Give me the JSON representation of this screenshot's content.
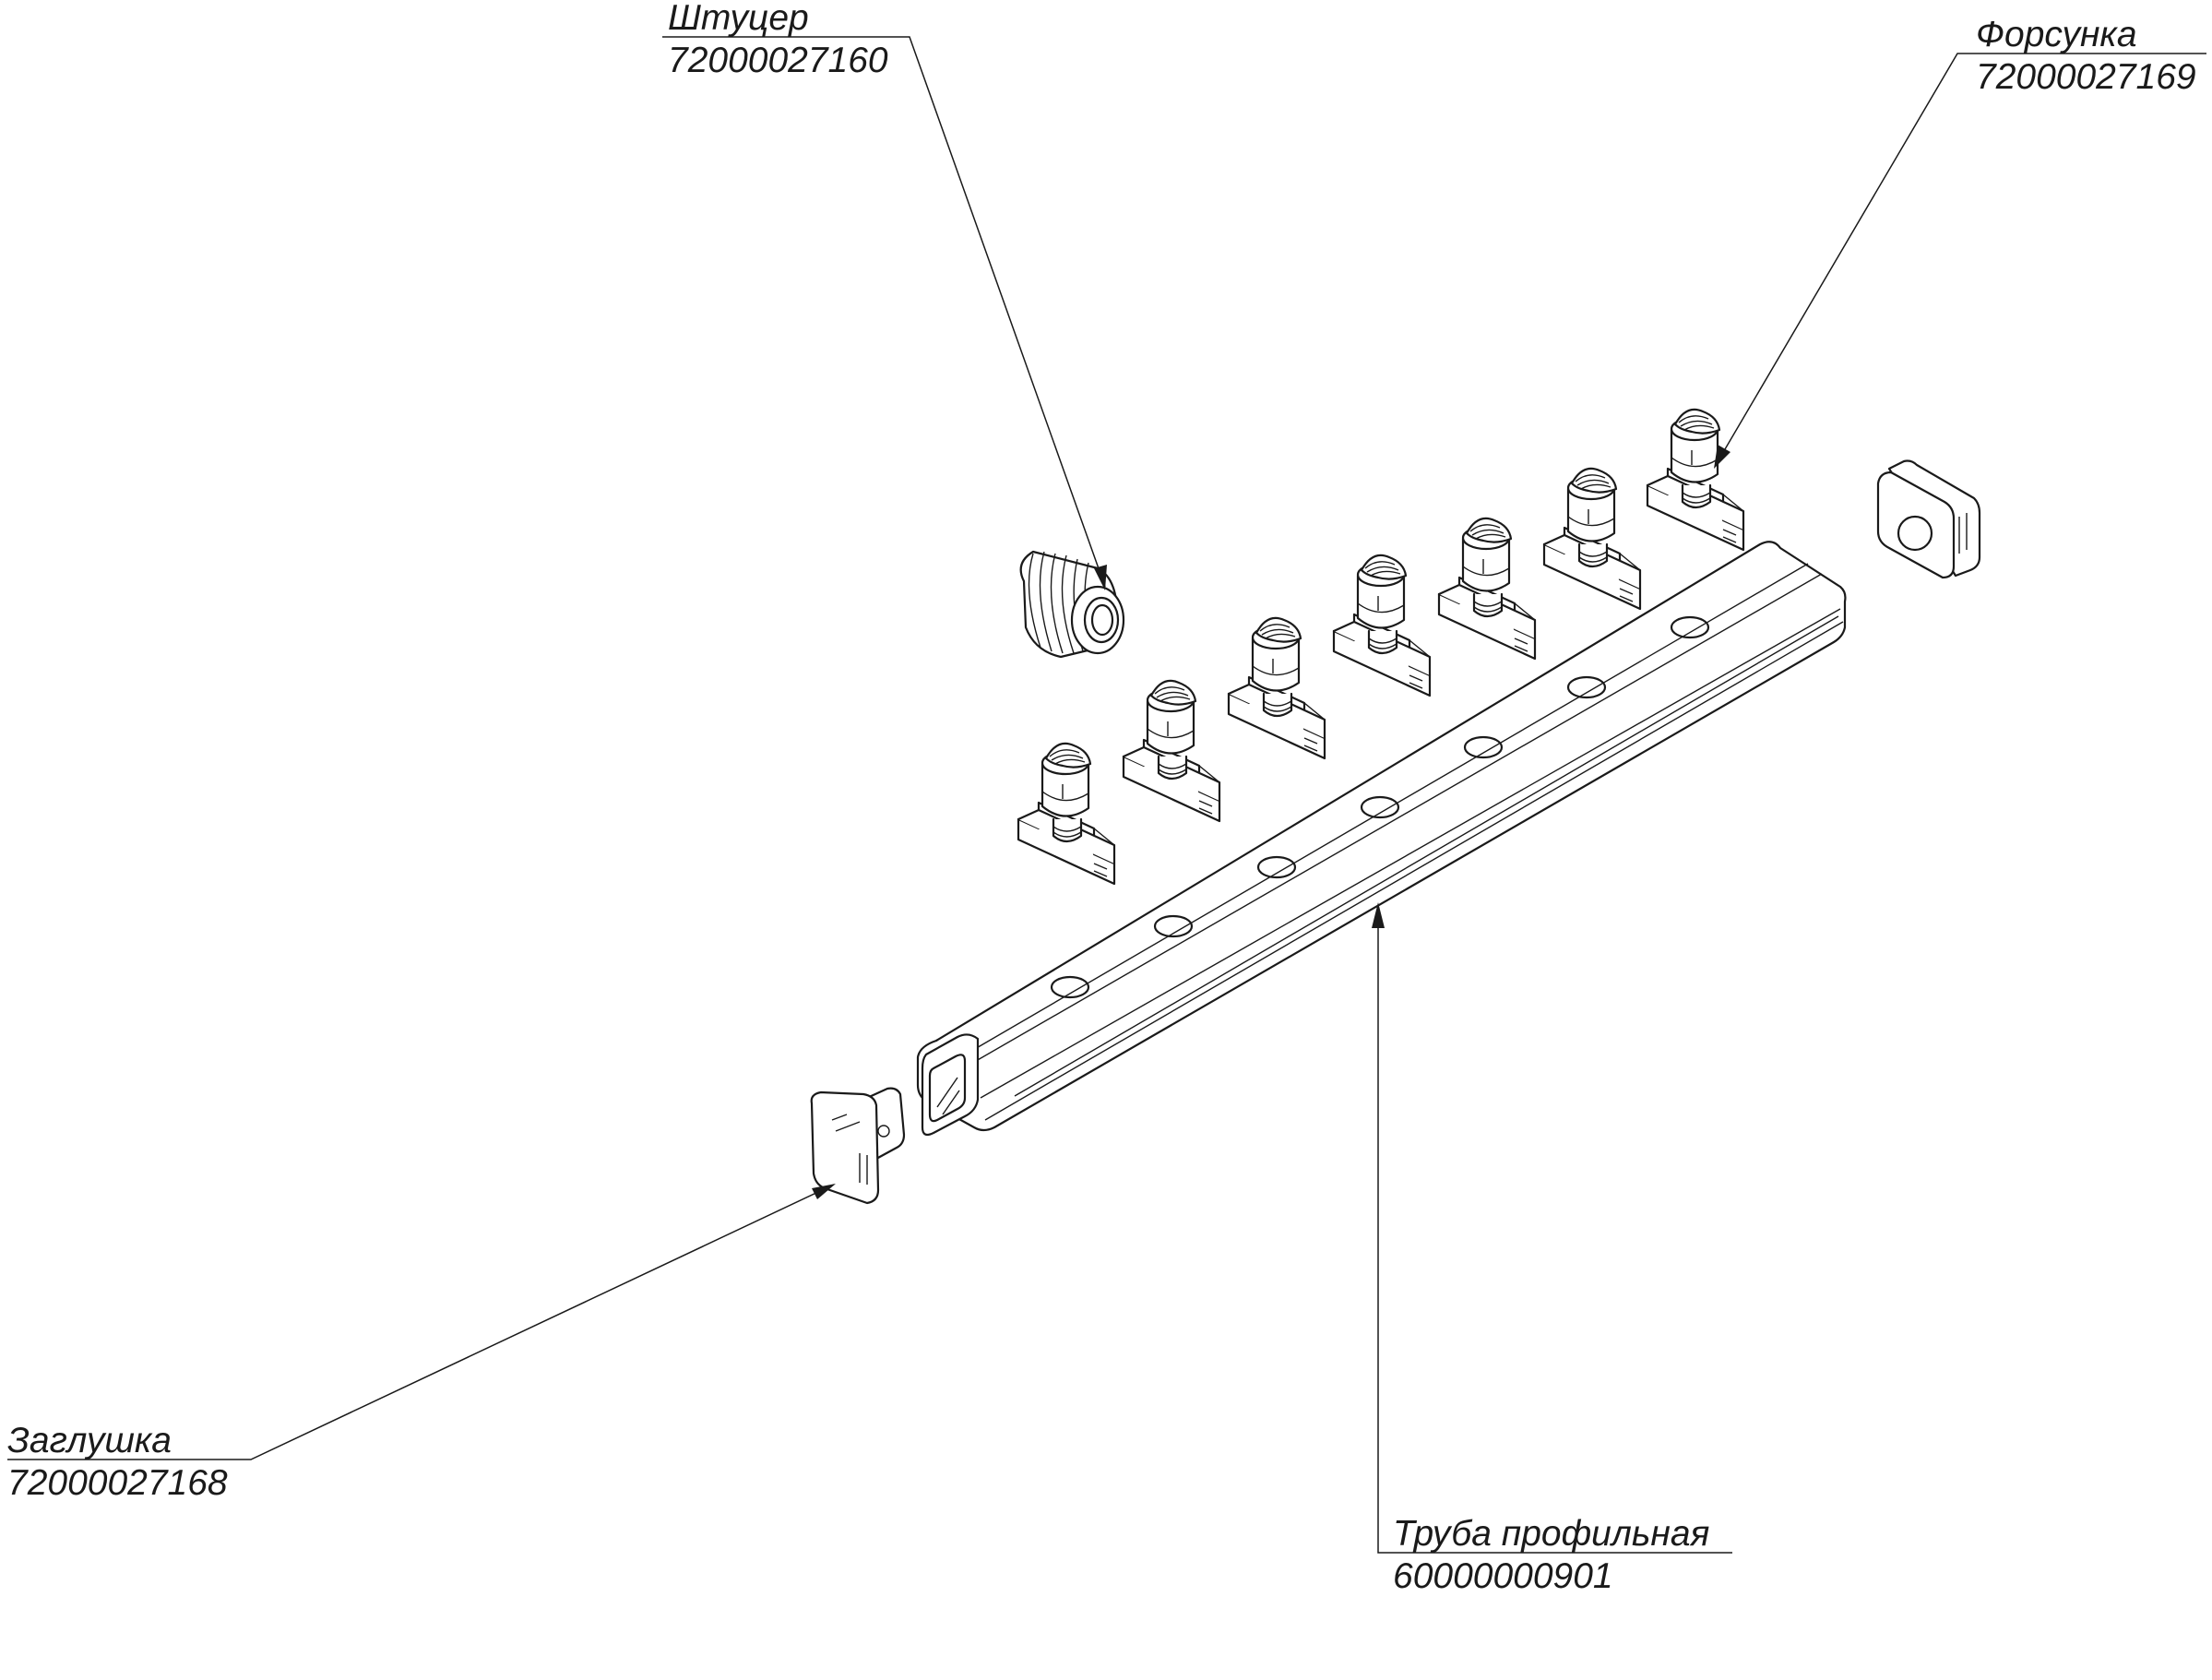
{
  "callouts": {
    "fitting": {
      "name": "Штуцер",
      "code": "72000027160"
    },
    "nozzle": {
      "name": "Форсунка",
      "code": "72000027169"
    },
    "plug": {
      "name": "Заглушка",
      "code": "72000027168"
    },
    "pipe": {
      "name": "Труба профильная",
      "code": "60000000901"
    }
  },
  "parts": {
    "nozzle_count": 7,
    "pipe_hole_count": 7
  },
  "colors": {
    "line": "#1a1a1a",
    "background": "#ffffff"
  }
}
